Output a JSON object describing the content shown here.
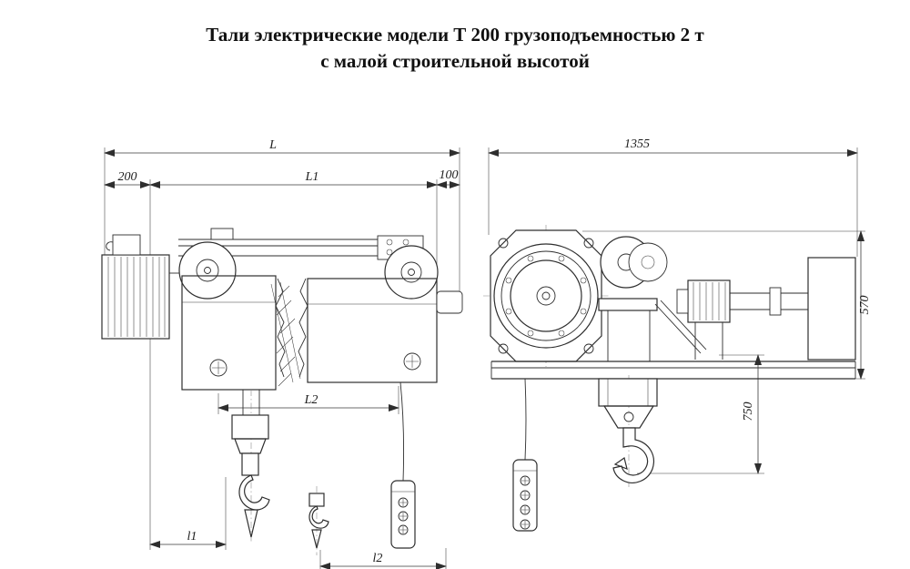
{
  "title": {
    "line1": "Тали электрические модели Т 200 грузоподъемностью 2 т",
    "line2": "с малой строительной высотой"
  },
  "drawing": {
    "line_color": "#2e2e2e",
    "background": "#ffffff",
    "dims": {
      "L": "L",
      "L1": "L1",
      "L2": "L2",
      "n200": "200",
      "n100": "100",
      "l1": "l1",
      "l2": "l2",
      "n1355": "1355",
      "n570": "570",
      "n750": "750"
    }
  }
}
